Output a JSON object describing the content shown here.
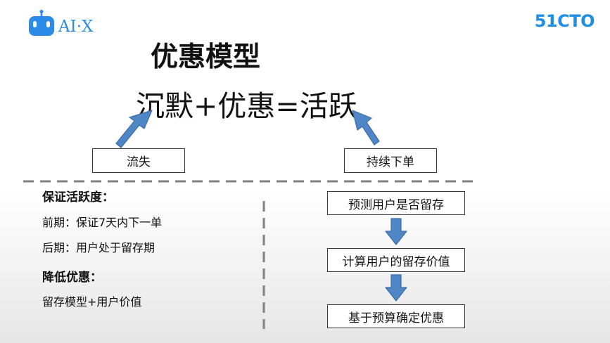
{
  "branding": {
    "left_logo_text": "AI·X",
    "right_logo_text": "51CTO",
    "accent_color": "#2b8be6"
  },
  "title": "优惠模型",
  "formula": "沉默+优惠=活跃",
  "boxes": {
    "churn": "流失",
    "repeat_order": "持续下单"
  },
  "left_panel": {
    "active_heading": "保证活跃度：",
    "early_line": "前期：保证7天内下一单",
    "late_line": "后期：用户处于留存期",
    "reduce_heading": "降低优惠：",
    "model_line": "留存模型+用户价值"
  },
  "flow_steps": [
    "预测用户是否留存",
    "计算用户的留存价值",
    "基于预算确定优惠"
  ],
  "colors": {
    "arrow_fill": "#4f86c6",
    "arrow_stroke": "#3a6ea8",
    "divider": "#808080"
  },
  "icons": {
    "left_logo": "robot-icon",
    "arrows": "up-arrow-icon, down-arrow-icon"
  }
}
